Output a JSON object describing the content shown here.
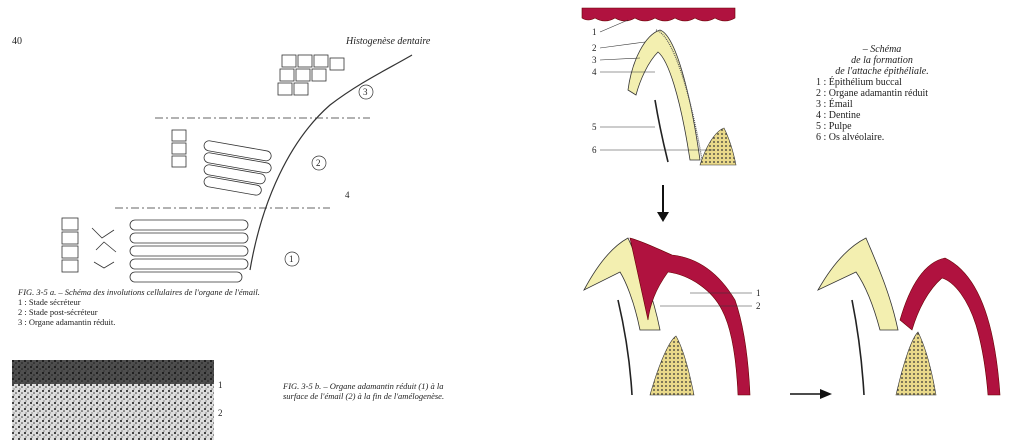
{
  "left_page": {
    "page_number": "40",
    "running_header": "Histogenèse dentaire",
    "fig_a": {
      "caption": "FIG. 3-5 a. – Schéma des involutions cellulaires de l'organe de l'émail.",
      "legend": [
        "1 :  Stade sécréteur",
        "2 :  Stade post-sécréteur",
        "3 :  Organe adamantin réduit."
      ],
      "zone_labels": [
        "1",
        "2",
        "3",
        "4"
      ]
    },
    "fig_b": {
      "caption": "FIG. 3-5 b. – Organe adamantin réduit (1) à la surface de l'émail (2) à la fin de l'amélogenèse.",
      "labels": [
        "1",
        "2"
      ]
    }
  },
  "right_page": {
    "legend_title": [
      "– Schéma",
      "de la formation",
      "de l'attache épithéliale."
    ],
    "legend_items": [
      "1 :  Épithélium buccal",
      "2 :  Organe adamantin réduit",
      "3 :  Émail",
      "4 :  Dentine",
      "5 :  Pulpe",
      "6 :  Os alvéolaire."
    ],
    "top_diagram_labels": [
      "1",
      "2",
      "3",
      "4",
      "5",
      "6"
    ],
    "middle_diagram_labels": [
      "1",
      "2"
    ]
  },
  "colors": {
    "gingiva": "#b0123f",
    "enamel": "#f3efb0",
    "bone": "#e9d98a",
    "ink": "#222222"
  }
}
